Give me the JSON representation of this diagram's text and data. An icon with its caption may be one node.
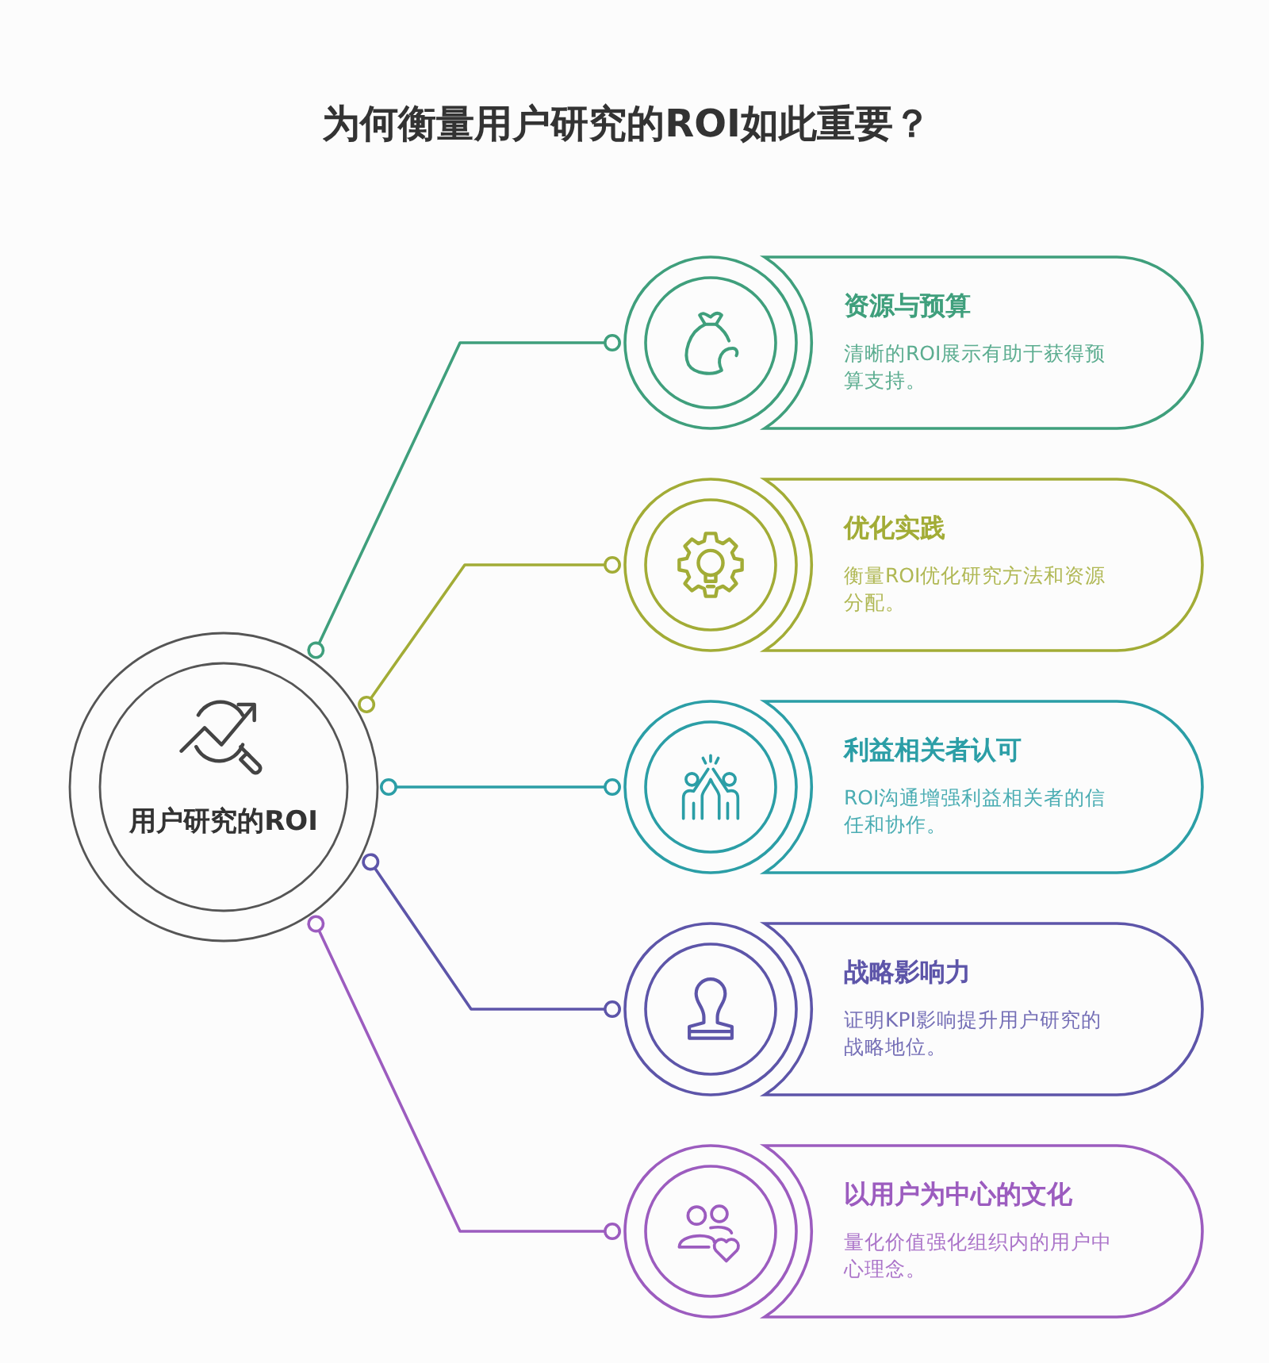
{
  "diagram": {
    "title": "为何衡量用户研究的ROI如此重要？",
    "nodes": [
      {
        "text": [
          "用户研究的ROI"
        ]
      },
      {
        "text": [
          "资源与预算",
          "清晰的ROI展示有助于获得预算支持。"
        ]
      },
      {
        "text": [
          "优化实践",
          "衡量ROI优化研究方法和资源分配。"
        ]
      },
      {
        "text": [
          "利益相关者认可",
          "ROI沟通增强利益相关者的信任和协作。"
        ]
      },
      {
        "text": [
          "战略影响力",
          "证明KPI影响提升用户研究的战略地位。"
        ]
      },
      {
        "text": [
          "以用户为中心的文化",
          "量化价值强化组织内的用户中心理念。"
        ]
      }
    ],
    "edges": [
      {
        "from": 0,
        "to": 1,
        "arrow": "other",
        "color": "#3f9f7c"
      },
      {
        "from": 0,
        "to": 2,
        "arrow": "other",
        "color": "#a2ac36"
      },
      {
        "from": 0,
        "to": 3,
        "arrow": "other",
        "color": "#2b9ea6"
      },
      {
        "from": 0,
        "to": 4,
        "arrow": "other",
        "color": "#5d55a9"
      },
      {
        "from": 0,
        "to": 5,
        "arrow": "other",
        "color": "#9c5cbf"
      }
    ]
  }
}
